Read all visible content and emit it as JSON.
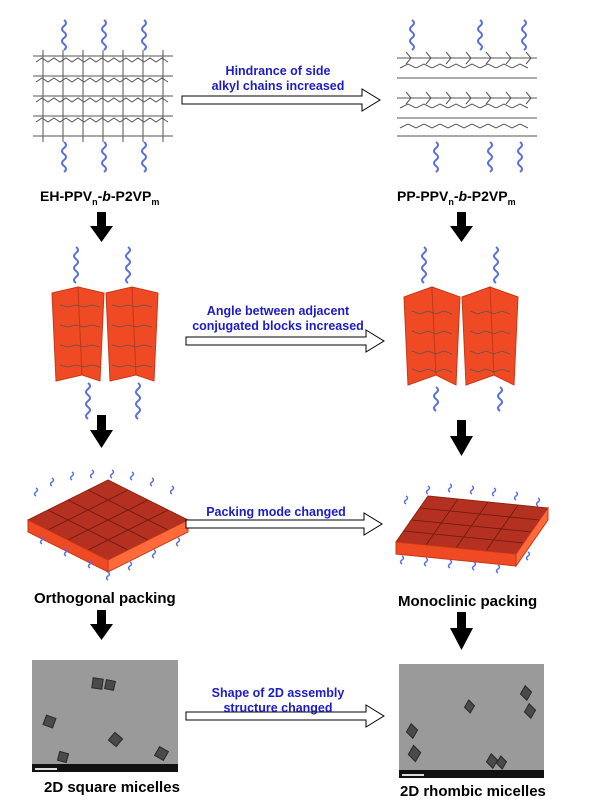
{
  "labels": {
    "eh": {
      "base": "EH-PPV",
      "sub1": "n",
      "mid": "-",
      "b": "b",
      "mid2": "-P2VP",
      "sub2": "m"
    },
    "pp": {
      "base": "PP-PPV",
      "sub1": "n",
      "mid": "-",
      "b": "b",
      "mid2": "-P2VP",
      "sub2": "m"
    },
    "orthogonal": "Orthogonal packing",
    "monoclinic": "Monoclinic packing",
    "square": "2D square micelles",
    "rhombic": "2D rhombic micelles"
  },
  "transitions": [
    {
      "line1": "Hindrance of side",
      "line2": "alkyl chains increased"
    },
    {
      "line1": "Angle between adjacent",
      "line2": "conjugated blocks increased"
    },
    {
      "line1": "Packing mode  changed",
      "line2": ""
    },
    {
      "line1": "Shape of 2D assembly",
      "line2": "structure changed"
    }
  ],
  "colors": {
    "text_blue": "#1c1cc8",
    "block_red": "#f04a24",
    "coil_blue": "#5a6fe0",
    "arrow_black": "#000000",
    "micrograph_gray": "#9a9a9a"
  }
}
